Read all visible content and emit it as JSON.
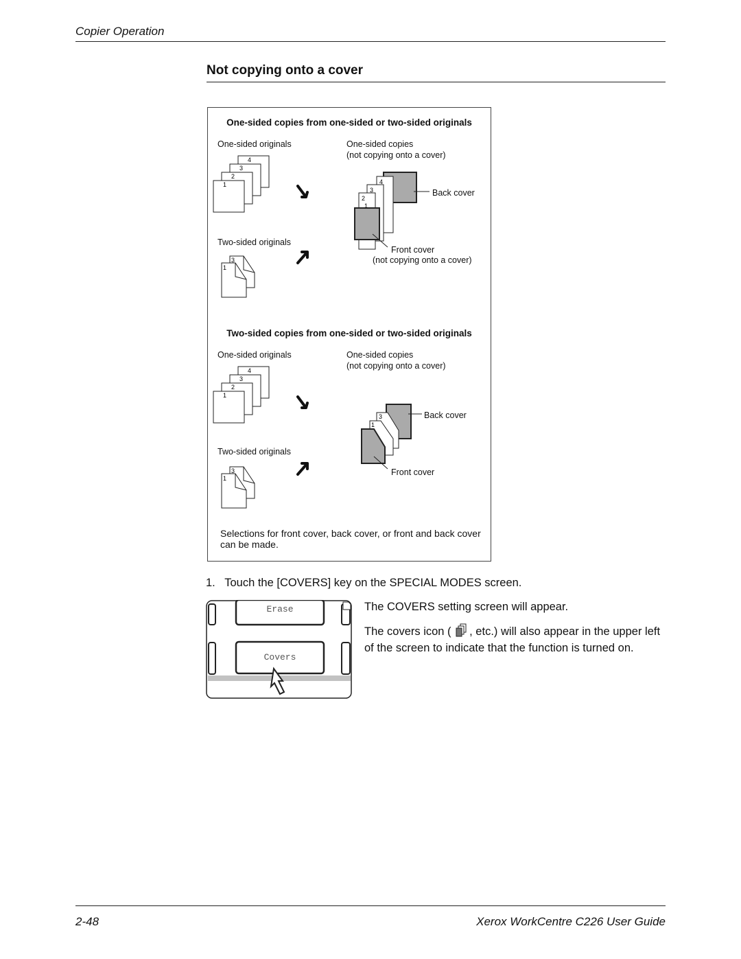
{
  "header": {
    "section": "Copier Operation"
  },
  "page_title": "Not copying onto a cover",
  "figure": {
    "sections": [
      {
        "heading": "One-sided copies from one-sided or two-sided originals",
        "left_top_label": "One-sided originals",
        "right_top_label_1": "One-sided copies",
        "right_top_label_2": "(not copying onto a cover)",
        "back_cover_label": "Back cover",
        "left_bottom_label": "Two-sided originals",
        "front_cover_label_1": "Front cover",
        "front_cover_label_2": "(not copying onto a cover)"
      },
      {
        "heading": "Two-sided copies from one-sided or two-sided originals",
        "left_top_label": "One-sided originals",
        "right_top_label_1": "One-sided copies",
        "right_top_label_2": "(not copying onto a cover)",
        "back_cover_label": "Back cover",
        "left_bottom_label": "Two-sided originals",
        "front_cover_label_1": "Front cover"
      }
    ],
    "page_numbers": [
      "1",
      "2",
      "3",
      "4"
    ],
    "caption": "Selections for front cover, back cover, or front and back cover can be made."
  },
  "steps": [
    {
      "number": "1.",
      "text": "Touch the [COVERS] key on the SPECIAL MODES screen."
    }
  ],
  "screen": {
    "erase_key": "Erase",
    "covers_key": "Covers"
  },
  "body": {
    "line1": "The COVERS setting screen will appear.",
    "line2_before_icon": "The covers icon (",
    "line2_after_icon": ", etc.) will also appear in the upper left of the screen to indicate that the function is turned on."
  },
  "footer": {
    "page_number": "2-48",
    "guide_title": "Xerox WorkCentre C226 User Guide"
  },
  "colors": {
    "cover_fill": "#aaaaaa",
    "rule": "#222222"
  }
}
